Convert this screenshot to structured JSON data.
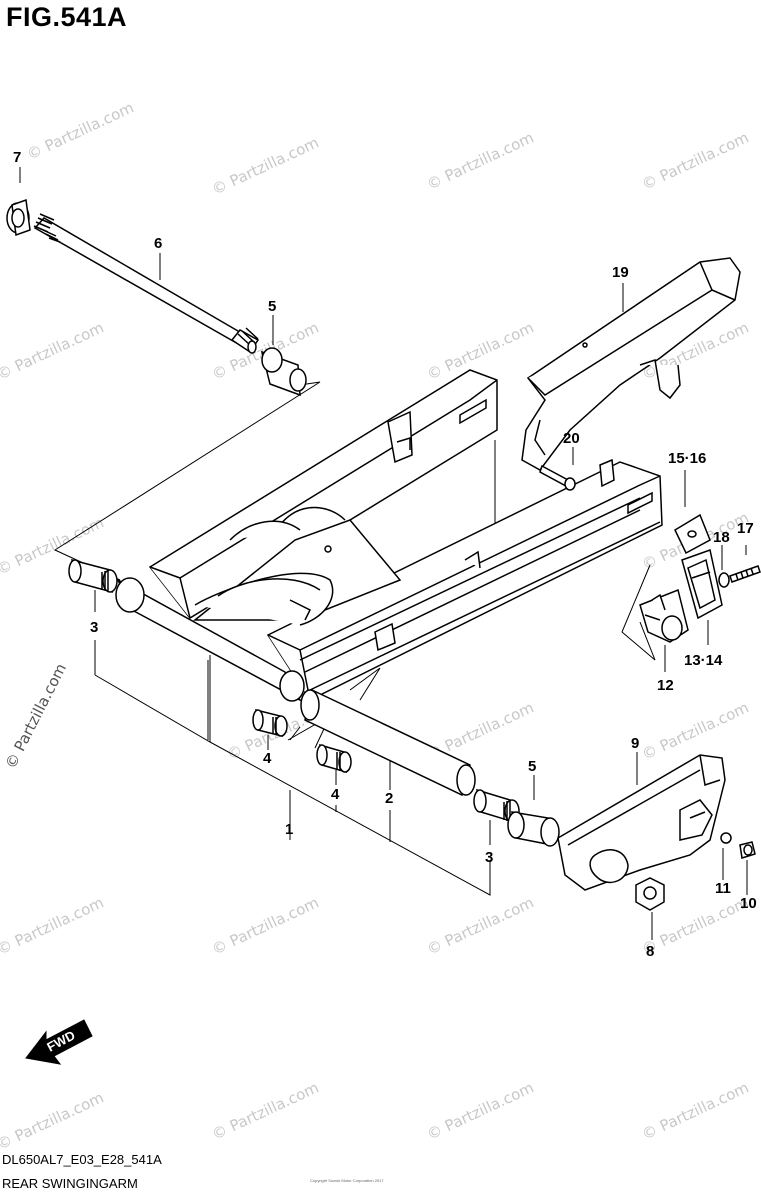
{
  "figure": {
    "title": "FIG.541A",
    "footer_code": "DL650AL7_E03_E28_541A",
    "footer_name": "REAR SWINGINGARM",
    "copyright": "Copyright Suzuki Motor Corporation 2017",
    "watermark": "© Partzilla.com",
    "fwd_label": "FWD"
  },
  "callouts": [
    {
      "id": "c7",
      "label": "7"
    },
    {
      "id": "c6",
      "label": "6"
    },
    {
      "id": "c5a",
      "label": "5"
    },
    {
      "id": "c19",
      "label": "19"
    },
    {
      "id": "c20",
      "label": "20"
    },
    {
      "id": "c1516",
      "label": "15·16"
    },
    {
      "id": "c17",
      "label": "17"
    },
    {
      "id": "c18",
      "label": "18"
    },
    {
      "id": "c3a",
      "label": "3"
    },
    {
      "id": "c1314",
      "label": "13·14"
    },
    {
      "id": "c12",
      "label": "12"
    },
    {
      "id": "c4a",
      "label": "4"
    },
    {
      "id": "c4b",
      "label": "4"
    },
    {
      "id": "c2",
      "label": "2"
    },
    {
      "id": "c1",
      "label": "1"
    },
    {
      "id": "c5b",
      "label": "5"
    },
    {
      "id": "c3b",
      "label": "3"
    },
    {
      "id": "c9",
      "label": "9"
    },
    {
      "id": "c11",
      "label": "11"
    },
    {
      "id": "c10",
      "label": "10"
    },
    {
      "id": "c8",
      "label": "8"
    }
  ],
  "colors": {
    "line": "#000000",
    "watermark": "#c8c8c8",
    "background": "#ffffff"
  }
}
